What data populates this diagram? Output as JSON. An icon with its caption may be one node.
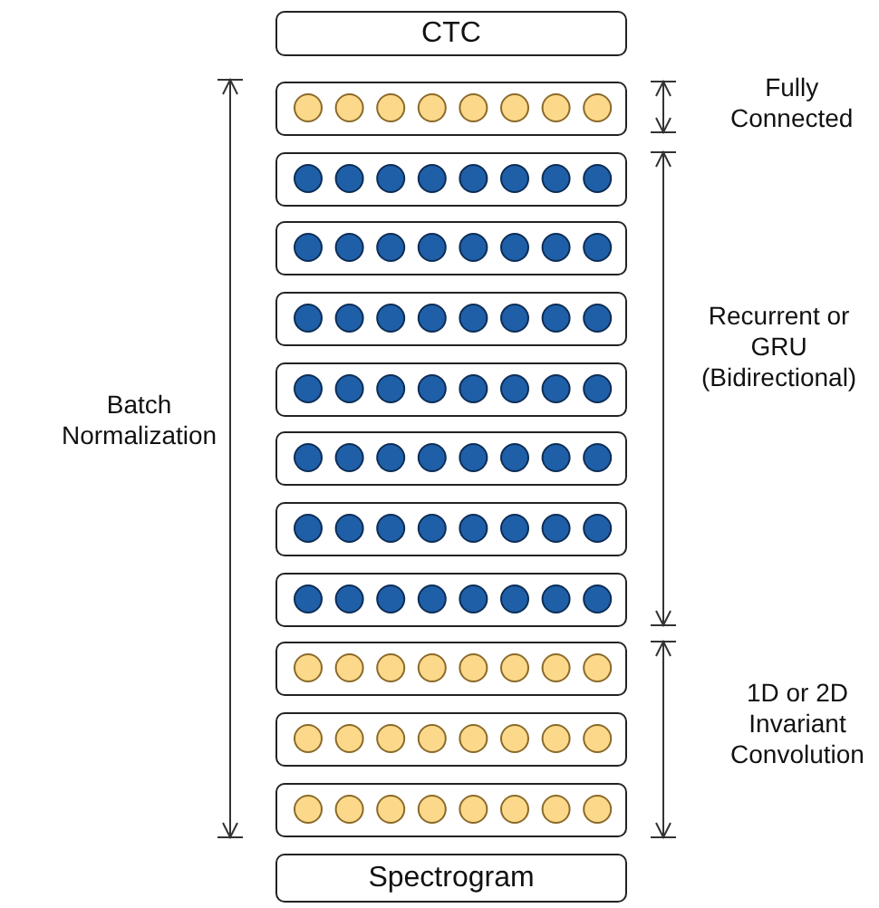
{
  "diagram": {
    "nodes": [
      {
        "text": [
          "CTC"
        ]
      },
      {
        "text": [],
        "shape": "box"
      },
      {
        "text": [],
        "shape": "box"
      },
      {
        "text": [],
        "shape": "box"
      },
      {
        "text": [],
        "shape": "box"
      },
      {
        "text": [],
        "shape": "box"
      },
      {
        "text": [],
        "shape": "box"
      },
      {
        "text": [],
        "shape": "box"
      },
      {
        "text": [],
        "shape": "box"
      },
      {
        "text": [],
        "shape": "box"
      },
      {
        "text": [],
        "shape": "box"
      },
      {
        "text": [],
        "shape": "box"
      },
      {
        "text": [
          "Spectrogram"
        ]
      }
    ],
    "edges": [],
    "labels": [
      "Fully Connected",
      "Batch Normalization",
      "Recurrent or GRU (Bidirectional)",
      "1D or 2D Invariant Convolution"
    ]
  }
}
